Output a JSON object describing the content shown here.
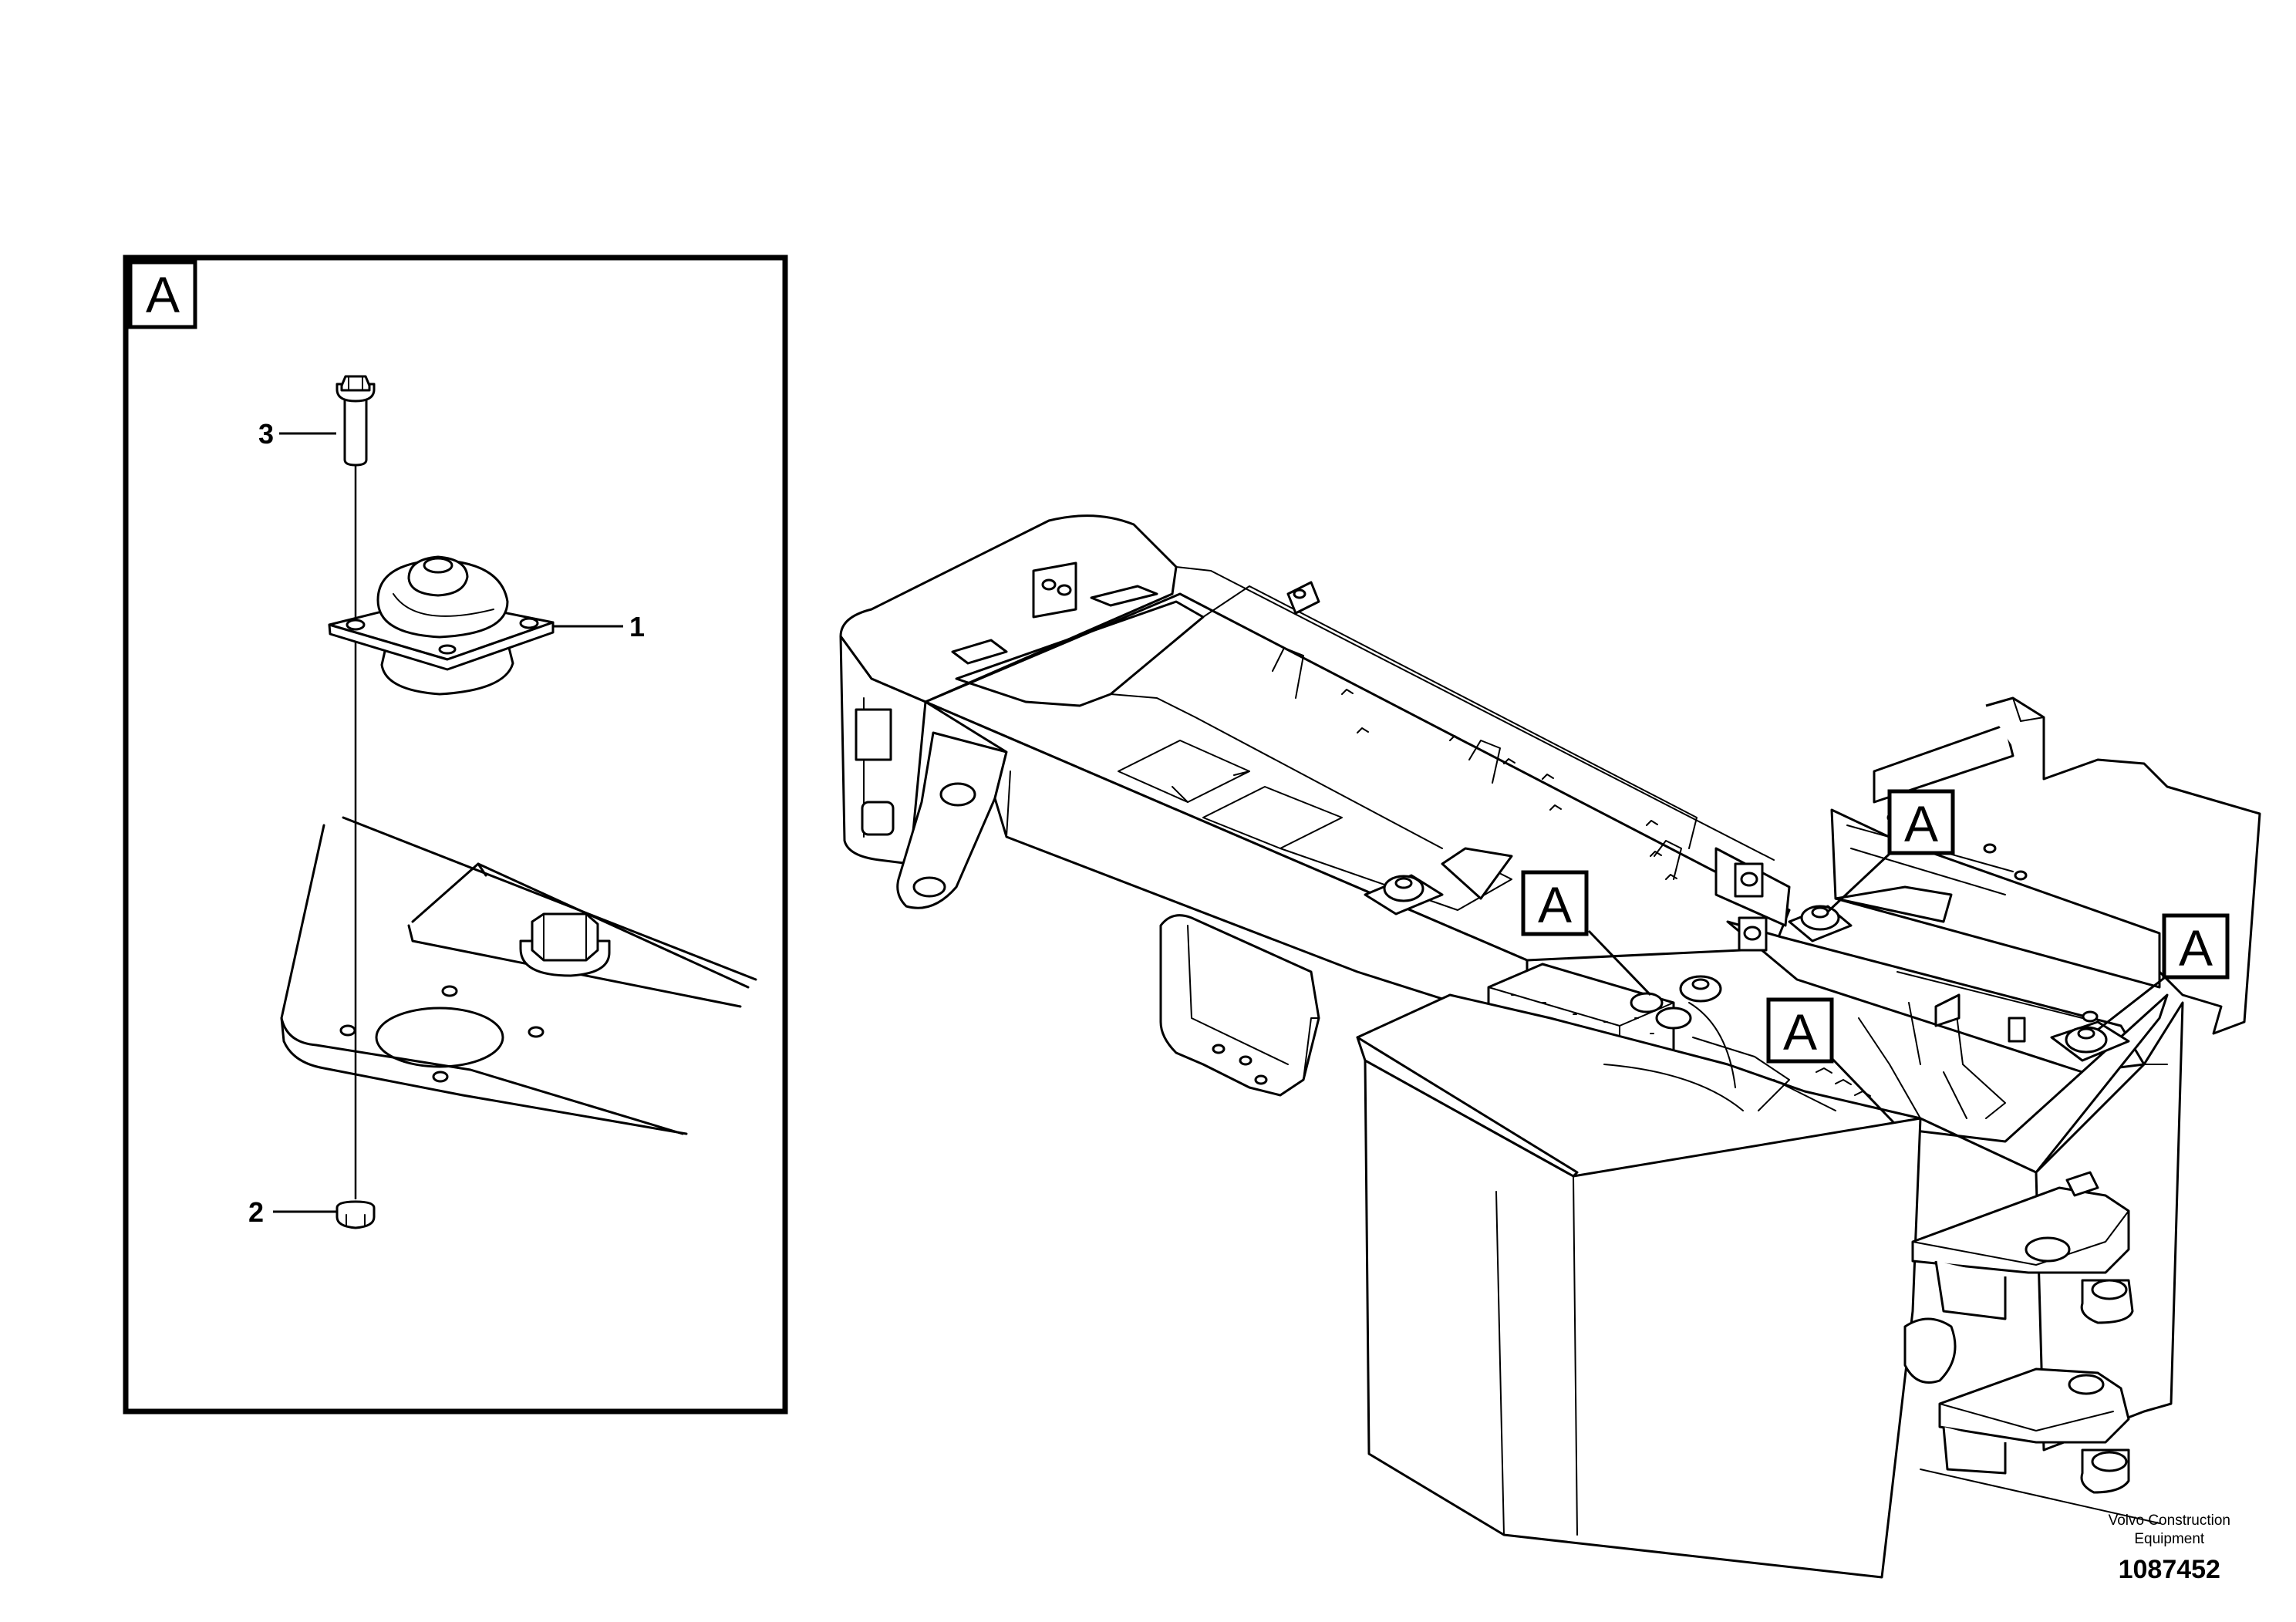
{
  "detail_panel": {
    "view_label": "A",
    "callouts": [
      {
        "number": "1",
        "part": "rubber-mount"
      },
      {
        "number": "2",
        "part": "flange-nut"
      },
      {
        "number": "3",
        "part": "flange-bolt"
      }
    ]
  },
  "main_view": {
    "location_markers": [
      "A",
      "A",
      "A",
      "A"
    ]
  },
  "footer": {
    "manufacturer": "Volvo Construction Equipment",
    "manufacturer_line1": "Volvo Construction",
    "manufacturer_line2": "Equipment",
    "drawing_number": "1087452"
  }
}
